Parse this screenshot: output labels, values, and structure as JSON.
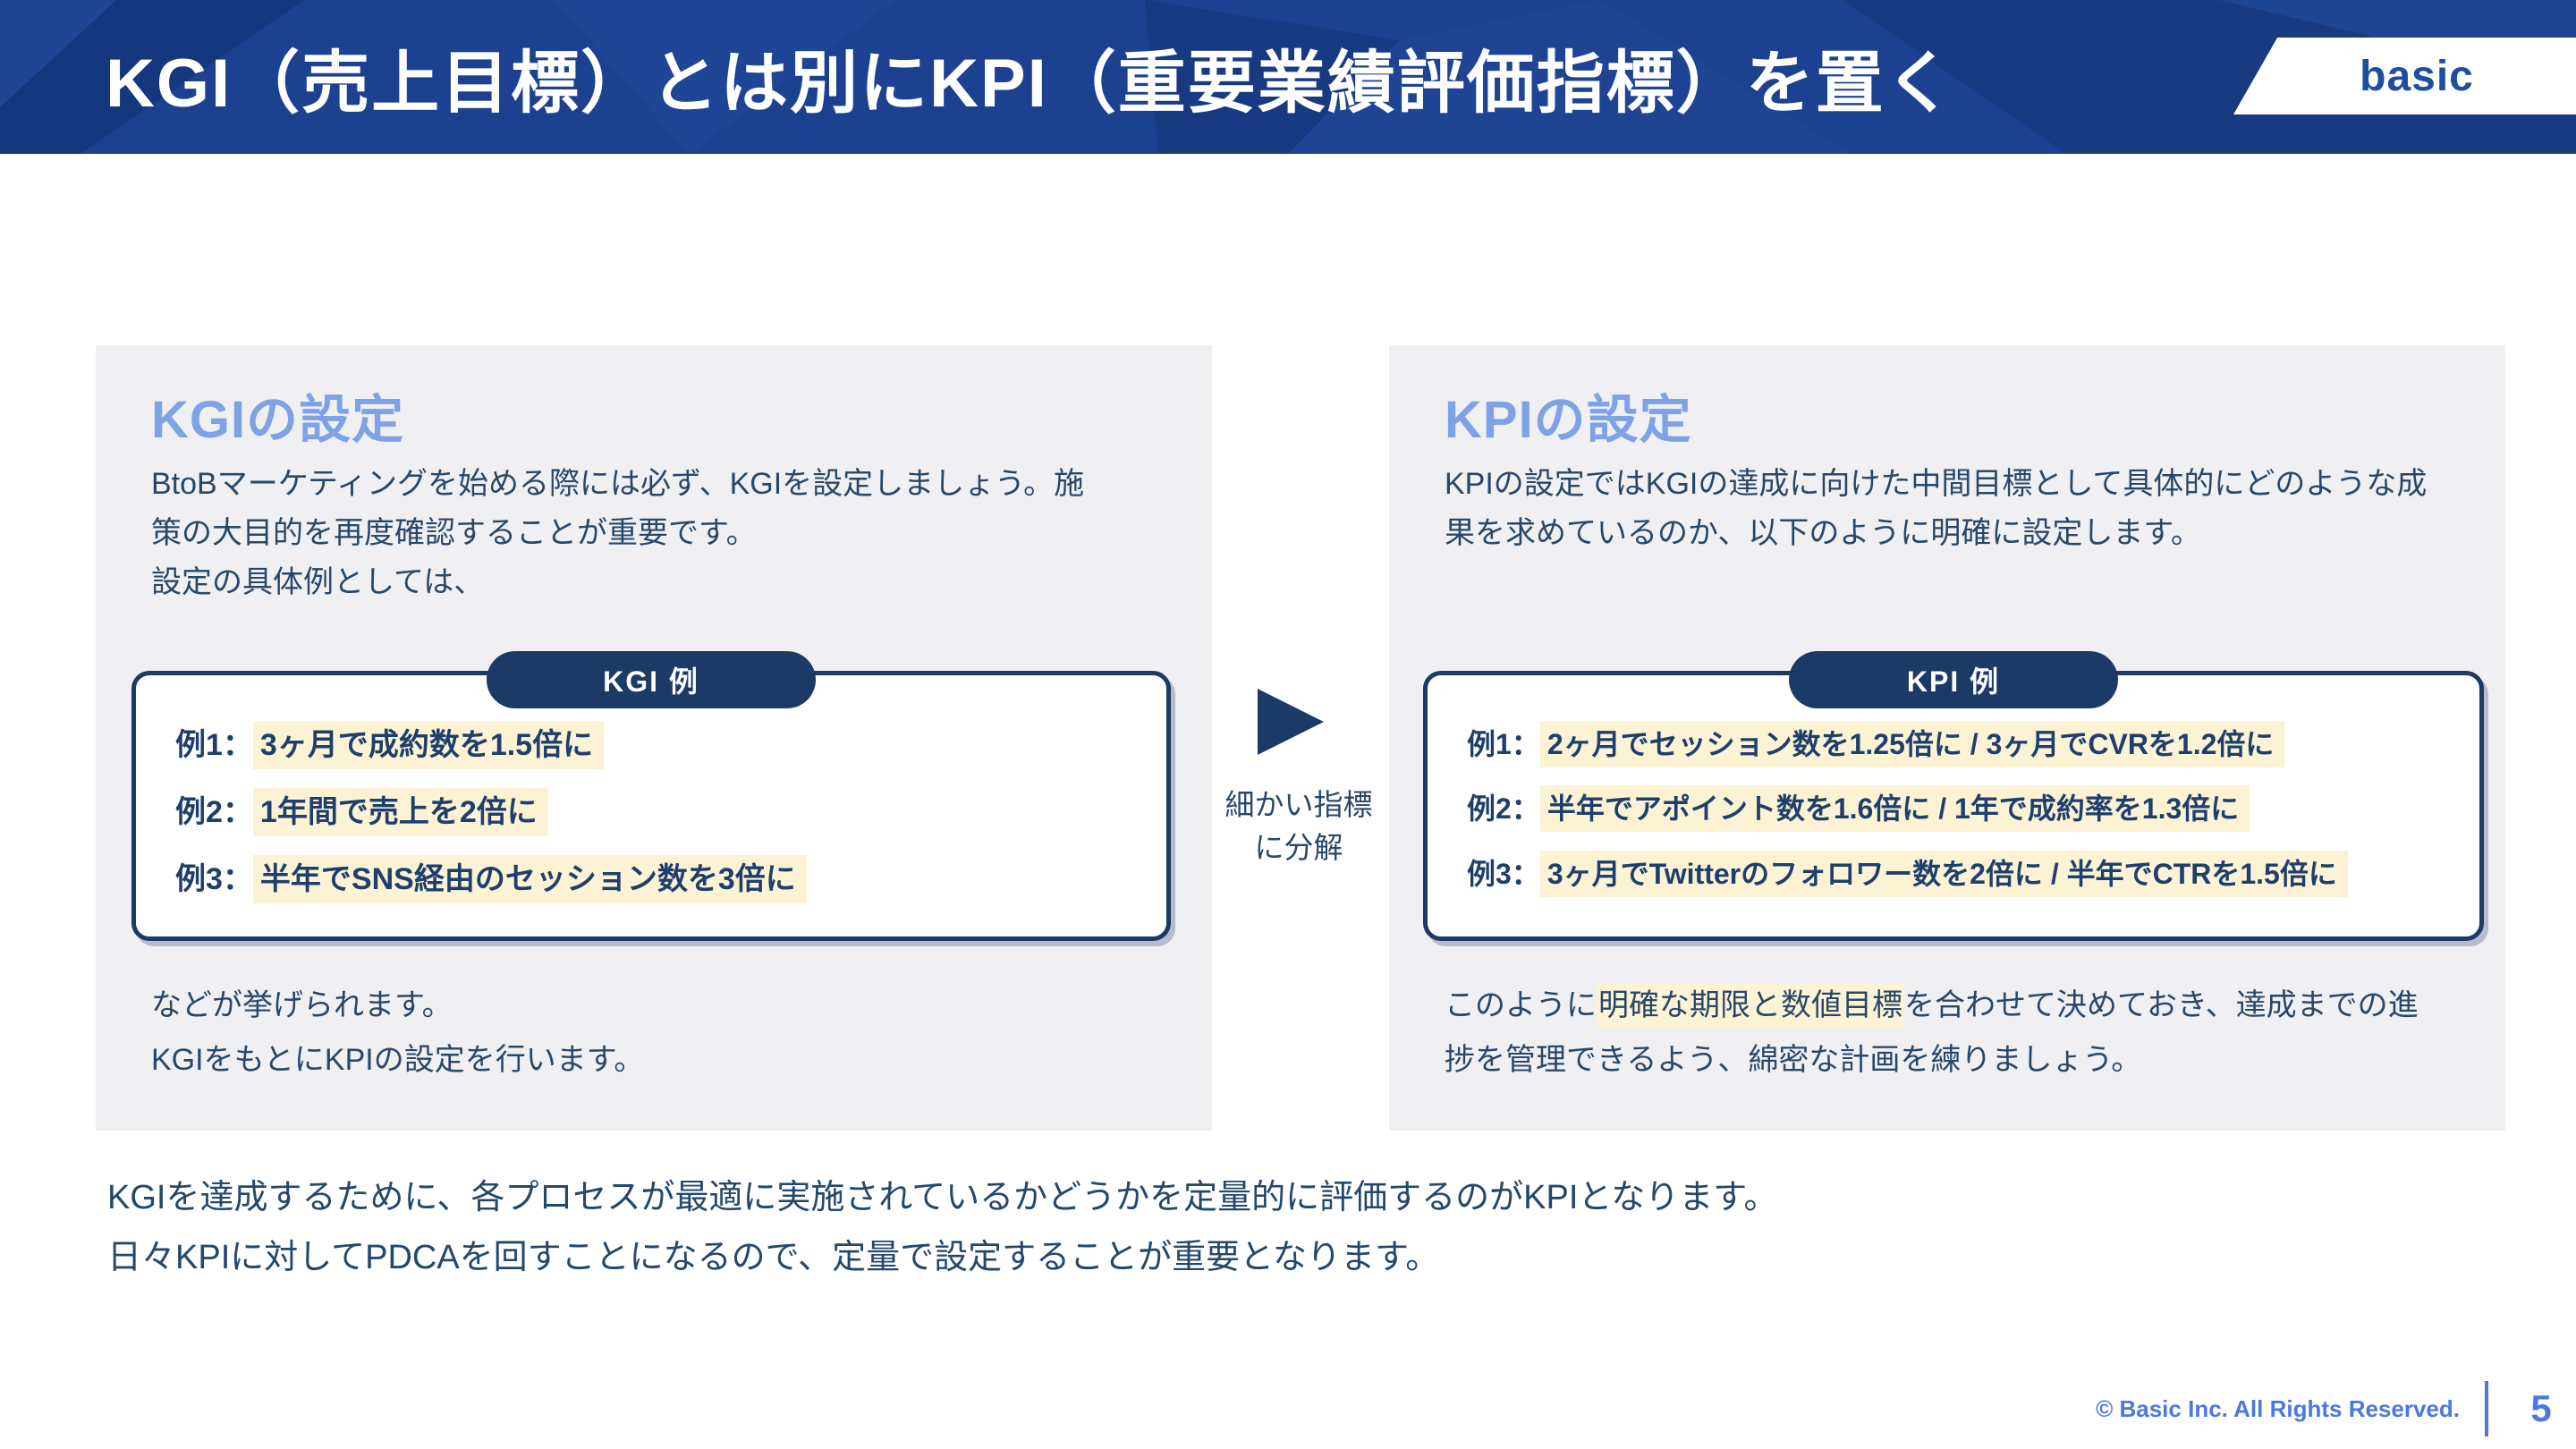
{
  "header": {
    "title": "KGI（売上目標）とは別にKPI（重要業績評価指標）を置く",
    "brand": "basic"
  },
  "kgi_panel": {
    "heading": "KGIの設定",
    "body": "BtoBマーケティングを始める際には必ず、KGIを設定しましょう。施策の大目的を再度確認することが重要です。\n設定の具体例としては、",
    "badge": "KGI 例",
    "examples": [
      {
        "prefix": "例1：",
        "text": "3ヶ月で成約数を1.5倍に"
      },
      {
        "prefix": "例2：",
        "text": "1年間で売上を2倍に"
      },
      {
        "prefix": "例3：",
        "text": "半年でSNS経由のセッション数を3倍に"
      }
    ],
    "footer_text": "などが挙げられます。\nKGIをもとにKPIの設定を行います。"
  },
  "connector": {
    "arrow_icon": "right-triangle",
    "label": "細かい指標\nに分解"
  },
  "kpi_panel": {
    "heading": "KPIの設定",
    "body": "KPIの設定ではKGIの達成に向けた中間目標として具体的にどのような成果を求めているのか、以下のように明確に設定します。",
    "badge": "KPI 例",
    "examples": [
      {
        "prefix": "例1：",
        "text": "2ヶ月でセッション数を1.25倍に / 3ヶ月でCVRを1.2倍に"
      },
      {
        "prefix": "例2：",
        "text": "半年でアポイント数を1.6倍に / 1年で成約率を1.3倍に"
      },
      {
        "prefix": "例3：",
        "text": "3ヶ月でTwitterのフォロワー数を2倍に / 半年でCTRを1.5倍に"
      }
    ],
    "footer_before": "このように",
    "footer_highlight": "明確な期限と数値目標",
    "footer_after": "を合わせて決めておき、達成までの進捗を管理できるよう、綿密な計画を練りましょう。"
  },
  "summary": "KGIを達成するために、各プロセスが最適に実施されているかどうかを定量的に評価するのがKPIとなります。\n日々KPIに対してPDCAを回すことになるので、定量で設定することが重要となります。",
  "footer": {
    "copyright": "© Basic Inc. All Rights Reserved.",
    "page": "5"
  },
  "colors": {
    "header_blue": "#1c4190",
    "navy": "#1b3a66",
    "panel_gray": "#f0f0f2",
    "heading_light_blue": "#7ea2e6",
    "body_text": "#28486a",
    "highlight_cream": "#fcf3d4",
    "footer_blue": "#4b79e0"
  }
}
